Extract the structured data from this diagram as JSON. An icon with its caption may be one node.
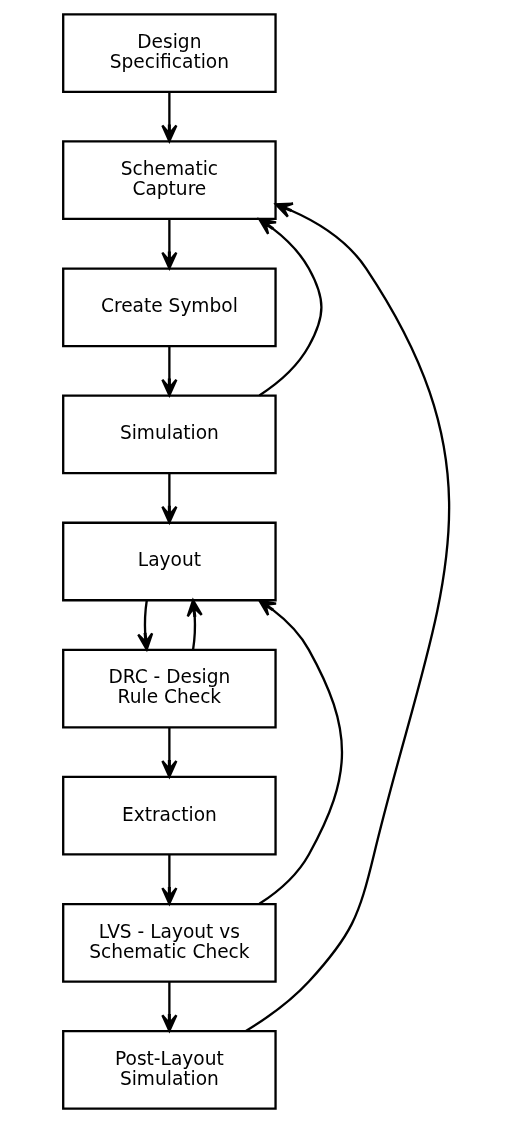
{
  "diagram": {
    "nodes": [
      {
        "text": [
          "Design Specification"
        ]
      },
      {
        "text": [
          "Schematic Capture"
        ]
      },
      {
        "text": [
          "Create Symbol"
        ]
      },
      {
        "text": [
          "Simulation"
        ]
      },
      {
        "text": [
          "Layout"
        ]
      },
      {
        "text": [
          "DRC - Design Rule Check"
        ]
      },
      {
        "text": [
          "Extraction"
        ]
      },
      {
        "text": [
          "LVS - Layout vs Schematic Check"
        ]
      },
      {
        "text": [
          "Post-Layout Simulation"
        ]
      }
    ],
    "edges": [
      {
        "from": 0,
        "to": 1,
        "arrow": "to"
      },
      {
        "from": 1,
        "to": 2,
        "arrow": "to"
      },
      {
        "from": 2,
        "to": 3,
        "arrow": "to"
      },
      {
        "from": 3,
        "to": 1,
        "arrow": "to"
      },
      {
        "from": 3,
        "to": 4,
        "arrow": "to"
      },
      {
        "from": 4,
        "to": 5,
        "arrow": "to"
      },
      {
        "from": 5,
        "to": 4,
        "arrow": "to"
      },
      {
        "from": 5,
        "to": 6,
        "arrow": "to"
      },
      {
        "from": 6,
        "to": 7,
        "arrow": "to"
      },
      {
        "from": 7,
        "to": 4,
        "arrow": "to"
      },
      {
        "from": 7,
        "to": 8,
        "arrow": "to"
      },
      {
        "from": 8,
        "to": 1,
        "arrow": "to"
      }
    ]
  }
}
